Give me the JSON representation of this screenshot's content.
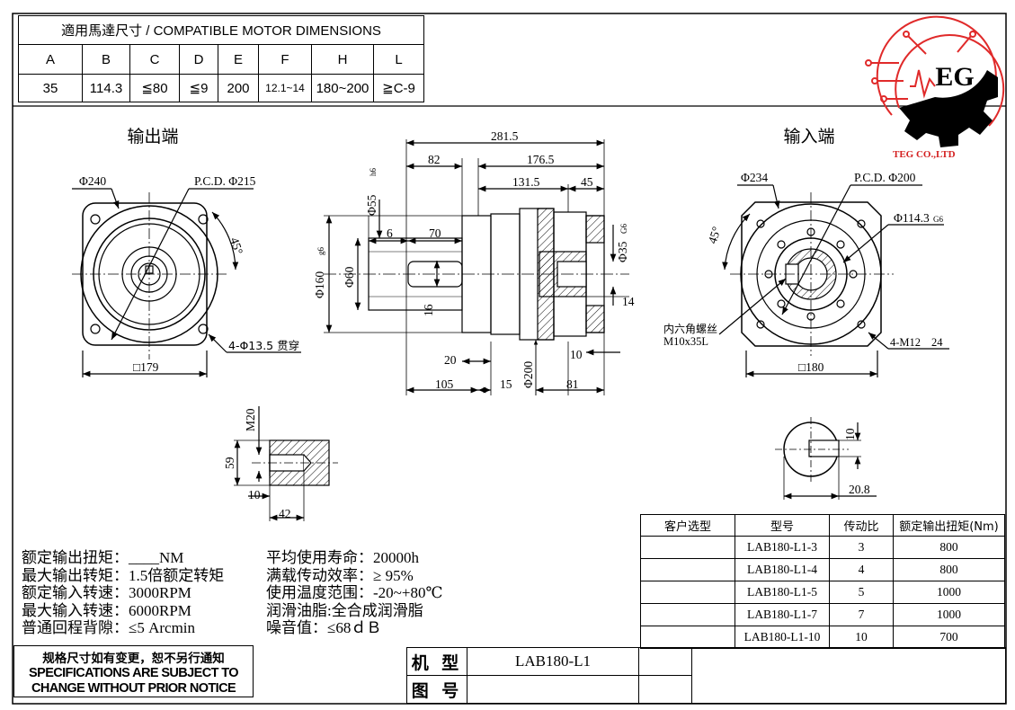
{
  "motor_table": {
    "caption": "適用馬達尺寸 / COMPATIBLE MOTOR DIMENSIONS",
    "headers": [
      "A",
      "B",
      "C",
      "D",
      "E",
      "F",
      "H",
      "L"
    ],
    "values": [
      "35",
      "114.3",
      "≦80",
      "≦9",
      "200",
      "12.1~14",
      "180~200",
      "≧C-9"
    ]
  },
  "logo": {
    "initials": "EG",
    "company": "TEG CO.,LTD",
    "brand_color": "#e02a2a"
  },
  "output_view": {
    "title": "输出端",
    "dia_outer": "Φ240",
    "pcd": "P.C.D. Φ215",
    "angle": "45°",
    "holes": "4-Φ13.5 贯穿",
    "square": "□179"
  },
  "input_view": {
    "title": "输入端",
    "dia_outer": "Φ234",
    "pcd": "P.C.D. Φ200",
    "bore": "Φ114.3",
    "bore_tol": "G6",
    "angle": "45°",
    "screw_1": "内六角螺丝",
    "screw_2": "M10x35L",
    "holes": "4-M12",
    "holes_depth": "24",
    "square": "□180"
  },
  "side_view": {
    "overall": "281.5",
    "d82": "82",
    "d176": "176.5",
    "d131": "131.5",
    "d45": "45",
    "shaft_dia": "Φ55",
    "shaft_tol": "h6",
    "d6": "6",
    "d70": "70",
    "pilot_dia": "Φ160",
    "pilot_tol": "g6",
    "d60": "Φ60",
    "d16": "16",
    "in_bore": "Φ35",
    "in_bore_tol": "G6",
    "d14": "14",
    "d10": "10",
    "d20": "20",
    "d105": "105",
    "d15": "15",
    "d200": "Φ200",
    "d81": "81"
  },
  "tap_detail": {
    "thread": "M20",
    "d59": "59",
    "d10": "10",
    "d42": "42"
  },
  "key_detail": {
    "d10": "10",
    "d20": "20.8"
  },
  "specs_left": [
    {
      "label": "额定输出扭矩：",
      "value": "____NM"
    },
    {
      "label": "最大输出转矩：",
      "value": "1.5倍额定转矩"
    },
    {
      "label": "额定输入转速：",
      "value": "3000RPM"
    },
    {
      "label": "最大输入转速：",
      "value": "6000RPM"
    },
    {
      "label": "普通回程背隙：",
      "value": "≤5 Arcmin"
    }
  ],
  "specs_right": [
    {
      "label": "平均使用寿命：",
      "value": "20000h"
    },
    {
      "label": "满载传动效率：",
      "value": "≥ 95%"
    },
    {
      "label": "使用温度范围：",
      "value": "-20~+80℃"
    },
    {
      "label": "润滑油脂:",
      "value": "全合成润滑脂"
    },
    {
      "label": "噪音值",
      "value": "：≤68ｄＢ"
    }
  ],
  "model_table": {
    "headers": [
      "客户选型",
      "型号",
      "传动比",
      "额定输出扭矩(Nm)"
    ],
    "rows": [
      [
        "",
        "LAB180-L1-3",
        "3",
        "800"
      ],
      [
        "",
        "LAB180-L1-4",
        "4",
        "800"
      ],
      [
        "",
        "LAB180-L1-5",
        "5",
        "1000"
      ],
      [
        "",
        "LAB180-L1-7",
        "7",
        "1000"
      ],
      [
        "",
        "LAB180-L1-10",
        "10",
        "700"
      ]
    ]
  },
  "notice": {
    "line1": "规格尺寸如有变更，恕不另行通知",
    "line2": "SPECIFICATIONS ARE SUBJECT TO",
    "line3": "CHANGE WITHOUT PRIOR NOTICE"
  },
  "title_block": {
    "model_label": "机 型",
    "model_value": "LAB180-L1",
    "drawing_label": "图 号",
    "drawing_value": ""
  }
}
